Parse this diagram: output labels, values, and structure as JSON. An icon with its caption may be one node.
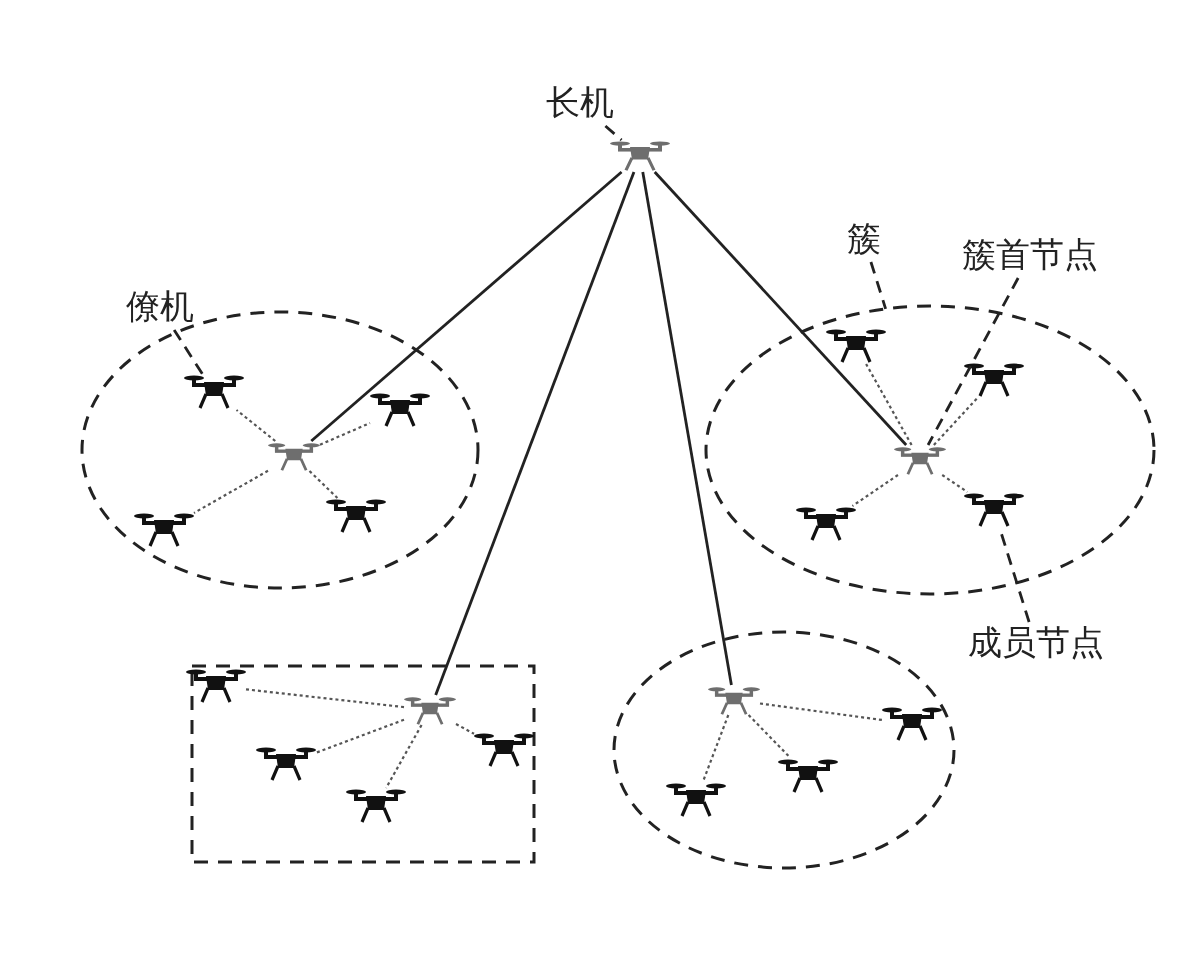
{
  "diagram": {
    "nodes": [
      {
        "text": [
          "长机"
        ]
      },
      {
        "text": [],
        "shape": "picture"
      },
      {
        "text": [
          "簇"
        ]
      },
      {
        "text": [
          "簇首节点"
        ]
      },
      {
        "text": [
          "僚机"
        ]
      },
      {
        "text": [],
        "shape": "ellipse"
      },
      {
        "text": [],
        "shape": "picture",
        "in": 5
      },
      {
        "text": [],
        "shape": "picture",
        "in": 5
      },
      {
        "text": [],
        "shape": "picture",
        "in": 5
      },
      {
        "text": [],
        "shape": "picture",
        "in": 5
      },
      {
        "text": [],
        "shape": "picture",
        "in": 5
      },
      {
        "text": [],
        "shape": "ellipse"
      },
      {
        "text": [],
        "shape": "picture",
        "in": 11
      },
      {
        "text": [],
        "shape": "picture",
        "in": 11
      },
      {
        "text": [],
        "shape": "picture",
        "in": 11
      },
      {
        "text": [],
        "shape": "picture",
        "in": 11
      },
      {
        "text": [],
        "shape": "picture",
        "in": 11
      },
      {
        "text": [
          "成员节点"
        ]
      },
      {
        "text": [],
        "shape": "box"
      },
      {
        "text": [],
        "shape": "picture",
        "in": 18
      },
      {
        "text": [],
        "shape": "picture",
        "in": 18
      },
      {
        "text": [],
        "shape": "picture",
        "in": 18
      },
      {
        "text": [],
        "shape": "picture",
        "in": 18
      },
      {
        "text": [],
        "shape": "picture",
        "in": 18
      },
      {
        "text": [],
        "shape": "ellipse"
      },
      {
        "text": [],
        "shape": "picture",
        "in": 24
      },
      {
        "text": [],
        "shape": "picture",
        "in": 24
      },
      {
        "text": [],
        "shape": "picture",
        "in": 24
      },
      {
        "text": [],
        "shape": "picture",
        "in": 24
      }
    ],
    "edges": [
      {
        "from": 0,
        "to": 1,
        "arrow": "none",
        "style": "dashed"
      },
      {
        "from": 4,
        "to": 7,
        "arrow": "none",
        "style": "dashed"
      },
      {
        "from": 2,
        "to": 11,
        "arrow": "none",
        "style": "dashed"
      },
      {
        "from": 3,
        "to": 12,
        "arrow": "none",
        "style": "dashed"
      },
      {
        "from": 17,
        "to": 16,
        "arrow": "none",
        "style": "dashed"
      },
      {
        "from": 1,
        "to": 6,
        "arrow": "none"
      },
      {
        "from": 1,
        "to": 12,
        "arrow": "none"
      },
      {
        "from": 1,
        "to": 19,
        "arrow": "none"
      },
      {
        "from": 1,
        "to": 25,
        "arrow": "none"
      },
      {
        "from": 6,
        "to": 7,
        "arrow": "none",
        "style": "dashed",
        "color": "#555555"
      },
      {
        "from": 6,
        "to": 8,
        "arrow": "none",
        "style": "dashed",
        "color": "#555555"
      },
      {
        "from": 6,
        "to": 9,
        "arrow": "none",
        "style": "dashed",
        "color": "#555555"
      },
      {
        "from": 6,
        "to": 10,
        "arrow": "none",
        "style": "dashed",
        "color": "#555555"
      },
      {
        "from": 12,
        "to": 13,
        "arrow": "none",
        "style": "dashed",
        "color": "#555555"
      },
      {
        "from": 12,
        "to": 14,
        "arrow": "none",
        "style": "dashed",
        "color": "#555555"
      },
      {
        "from": 12,
        "to": 15,
        "arrow": "none",
        "style": "dashed",
        "color": "#555555"
      },
      {
        "from": 12,
        "to": 16,
        "arrow": "none",
        "style": "dashed",
        "color": "#555555"
      },
      {
        "from": 19,
        "to": 20,
        "arrow": "none",
        "style": "dashed",
        "color": "#555555"
      },
      {
        "from": 19,
        "to": 21,
        "arrow": "none",
        "style": "dashed",
        "color": "#555555"
      },
      {
        "from": 19,
        "to": 22,
        "arrow": "none",
        "style": "dashed",
        "color": "#555555"
      },
      {
        "from": 19,
        "to": 23,
        "arrow": "none",
        "style": "dashed",
        "color": "#555555"
      },
      {
        "from": 25,
        "to": 26,
        "arrow": "none",
        "style": "dashed",
        "color": "#555555"
      },
      {
        "from": 25,
        "to": 27,
        "arrow": "none",
        "style": "dashed",
        "color": "#555555"
      },
      {
        "from": 25,
        "to": 28,
        "arrow": "none",
        "style": "dashed",
        "color": "#555555"
      }
    ]
  }
}
